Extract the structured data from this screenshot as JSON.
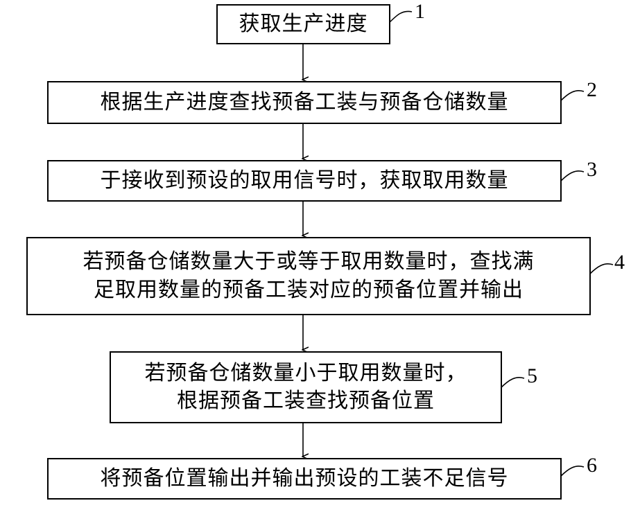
{
  "steps": [
    {
      "ref": "1",
      "lines": [
        "获取生产进度"
      ]
    },
    {
      "ref": "2",
      "lines": [
        "根据生产进度查找预备工装与预备仓储数量"
      ]
    },
    {
      "ref": "3",
      "lines": [
        "于接收到预设的取用信号时，获取取用数量"
      ]
    },
    {
      "ref": "4",
      "lines": [
        "若预备仓储数量大于或等于取用数量时，查找满",
        "足取用数量的预备工装对应的预备位置并输出"
      ]
    },
    {
      "ref": "5",
      "lines": [
        "若预备仓储数量小于取用数量时，",
        "根据预备工装查找预备位置"
      ]
    },
    {
      "ref": "6",
      "lines": [
        "将预备位置输出并输出预设的工装不足信号"
      ]
    }
  ]
}
